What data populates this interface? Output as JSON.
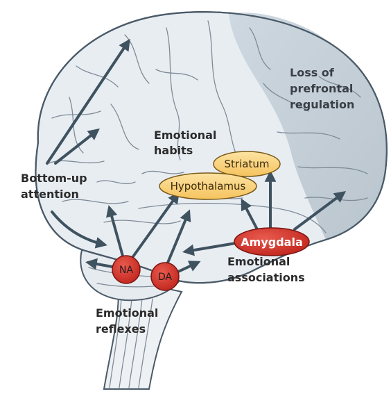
{
  "labels": {
    "loss_line1": "Loss of",
    "loss_line2": "prefrontal",
    "loss_line3": "regulation",
    "habits_line1": "Emotional",
    "habits_line2": "habits",
    "bottom_line1": "Bottom-up",
    "bottom_line2": "attention",
    "assoc_line1": "Emotional",
    "assoc_line2": "associations",
    "reflex_line1": "Emotional",
    "reflex_line2": "reflexes"
  },
  "nodes": {
    "striatum": "Striatum",
    "hypothalamus": "Hypothalamus",
    "amygdala": "Amygdala",
    "na": "NA",
    "da": "DA"
  },
  "colors": {
    "brain_fill": "#e8edf2",
    "prefrontal_fill": "#c9d3dc",
    "outline": "#4a5a68",
    "arrow": "#3f5260",
    "orange_node": "#f9d27c",
    "red_node": "#d7332b"
  }
}
